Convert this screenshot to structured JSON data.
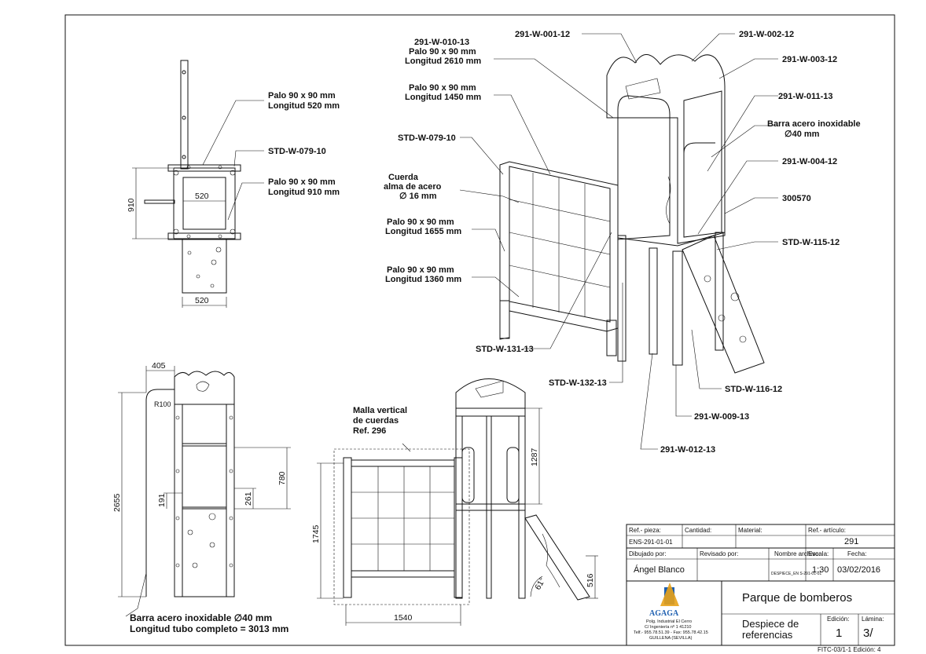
{
  "views": {
    "top_view": {
      "dims": {
        "overall_depth": "910",
        "inner_width": "520",
        "bottom_width": "520"
      },
      "callouts": [
        {
          "line1": "Palo 90 x 90 mm",
          "line2": "Longitud 520 mm"
        },
        {
          "line1": "STD-W-079-10",
          "line2": ""
        },
        {
          "line1": "Palo 90 x 90 mm",
          "line2": "Longitud 910 mm"
        }
      ]
    },
    "side_view": {
      "dims": {
        "top_offset": "405",
        "radius": "R100",
        "height": "2655",
        "d780": "780",
        "d261": "261",
        "d191": "191"
      },
      "note_line1": "Barra acero inoxidable ∅40 mm",
      "note_line2": "Longitud tubo completo = 3013 mm"
    },
    "front_view": {
      "mesh_note": [
        "Malla vertical",
        "de cuerdas",
        "Ref. 296"
      ],
      "dims": {
        "width": "1540",
        "height": "1745",
        "d1287": "1287",
        "d516": "516",
        "angle": "61°"
      }
    },
    "iso_view": {
      "callouts_left": [
        [
          "291-W-010-13",
          "Palo 90 x 90 mm",
          "Longitud 2610 mm"
        ],
        [
          "Palo 90 x 90 mm",
          "Longitud 1450 mm"
        ],
        [
          "STD-W-079-10"
        ],
        [
          "Cuerda",
          "alma de acero",
          "∅ 16 mm"
        ],
        [
          "Palo 90 x 90 mm",
          "Longitud 1655 mm"
        ],
        [
          "Palo 90 x 90 mm",
          "Longitud 1360 mm"
        ],
        [
          "STD-W-131-13"
        ]
      ],
      "callouts_right": [
        [
          "291-W-001-12"
        ],
        [
          "291-W-002-12"
        ],
        [
          "291-W-003-12"
        ],
        [
          "291-W-011-13"
        ],
        [
          "Barra acero inoxidable",
          "∅40 mm"
        ],
        [
          "291-W-004-12"
        ],
        [
          "300570"
        ],
        [
          "STD-W-115-12"
        ],
        [
          "STD-W-116-12"
        ],
        [
          "291-W-009-13"
        ],
        [
          "291-W-012-13"
        ],
        [
          "STD-W-132-13"
        ]
      ]
    }
  },
  "title_block": {
    "ref_pieza_label": "Ref.- pieza:",
    "ref_pieza": "ENS-291-01-01",
    "cantidad_label": "Cantidad:",
    "material_label": "Material:",
    "ref_articulo_label": "Ref.- artículo:",
    "ref_articulo": "291",
    "dibujado_label": "Dibujado por:",
    "dibujado": "Ángel Blanco",
    "revisado_label": "Revisado por:",
    "nombre_archivo_label": "Nombre archivo:",
    "nombre_archivo": "DESPIECE_EN S-291-01-01",
    "escala_label": "Escala:",
    "escala": "1:30",
    "fecha_label": "Fecha:",
    "fecha": "03/02/2016",
    "logo_text": "AGAGA",
    "company_address": [
      "Polg. Industrial El Cerro",
      "C/ Ingeniería nº 1 41210",
      "Telf.- 955.78.51.39 - Fax: 955.78.42.15",
      "GUILLENA (SEVILLA)"
    ],
    "title": "Parque de bomberos",
    "subtitle_line1": "Despiece de",
    "subtitle_line2": "referencias",
    "edicion_label": "Edición:",
    "edicion": "1",
    "lamina_label": "Lámina:",
    "lamina": "3/",
    "footer_code": "FITC-03/1-1 Edición: 4"
  }
}
